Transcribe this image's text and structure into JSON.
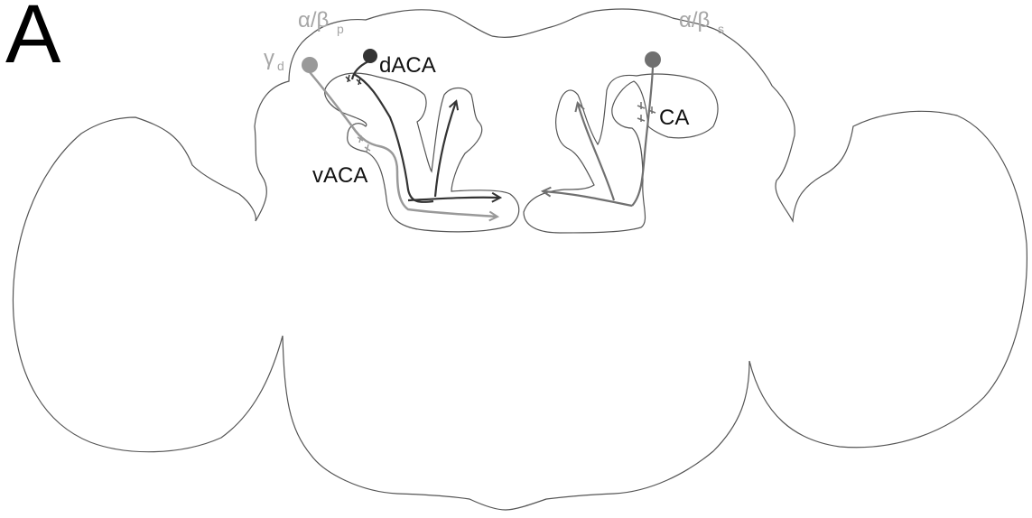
{
  "panel": {
    "letter": "A"
  },
  "labels": {
    "gamma": "γ",
    "gamma_sub": "d",
    "ab_p": "α/β",
    "ab_p_sub": "p",
    "ab_s": "α/β",
    "ab_s_sub": "s",
    "dACA": "dACA",
    "vACA": "vACA",
    "CA": "CA"
  },
  "colors": {
    "outline": "#555555",
    "neuron_gamma_d": "#999999",
    "neuron_dACA": "#333333",
    "neuron_ab_s": "#707070",
    "label_grey": "#a6a6a6",
    "label_black": "#111111"
  }
}
